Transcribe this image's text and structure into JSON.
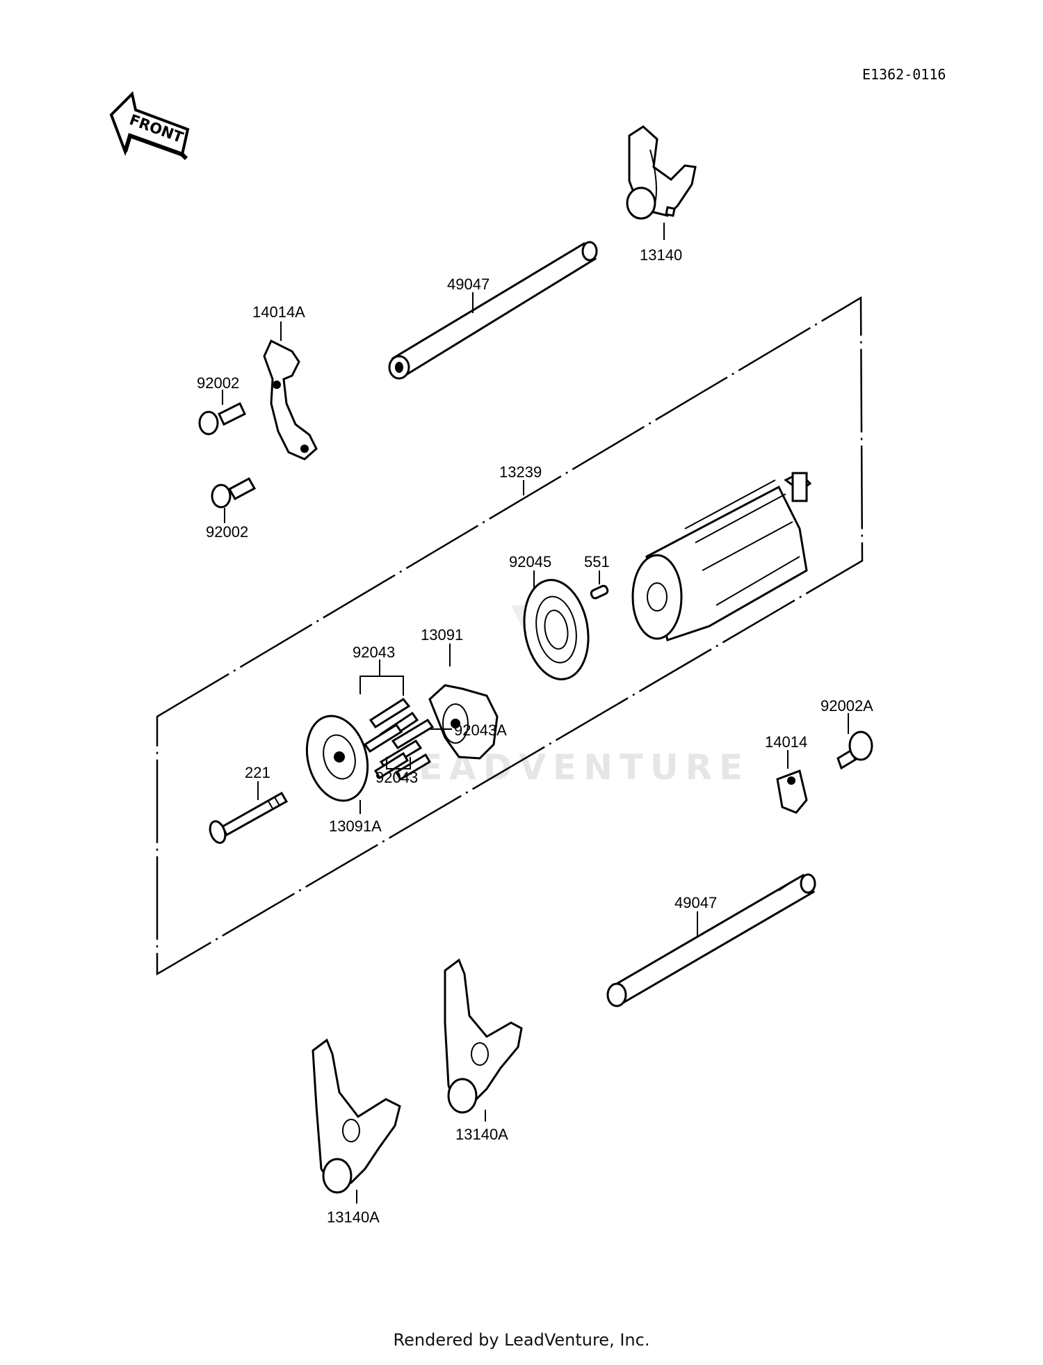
{
  "ref_code": "E1362-0116",
  "front_arrow": {
    "text": "FRONT",
    "icon": "front-arrow-icon"
  },
  "watermark": "LEADVENTURE",
  "footer": "Rendered by LeadVenture, Inc.",
  "parts": [
    {
      "id": "13140_top",
      "label": "13140"
    },
    {
      "id": "49047_top",
      "label": "49047"
    },
    {
      "id": "14014A",
      "label": "14014A"
    },
    {
      "id": "92002_a",
      "label": "92002"
    },
    {
      "id": "92002_b",
      "label": "92002"
    },
    {
      "id": "13239",
      "label": "13239"
    },
    {
      "id": "92045",
      "label": "92045"
    },
    {
      "id": "551",
      "label": "551"
    },
    {
      "id": "13091",
      "label": "13091"
    },
    {
      "id": "92043_a",
      "label": "92043"
    },
    {
      "id": "92043A",
      "label": "92043A"
    },
    {
      "id": "92043_b",
      "label": "92043"
    },
    {
      "id": "221",
      "label": "221"
    },
    {
      "id": "13091A",
      "label": "13091A"
    },
    {
      "id": "14014",
      "label": "14014"
    },
    {
      "id": "92002A",
      "label": "92002A"
    },
    {
      "id": "49047_bottom",
      "label": "49047"
    },
    {
      "id": "13140A_mid",
      "label": "13140A"
    },
    {
      "id": "13140A_low",
      "label": "13140A"
    }
  ]
}
